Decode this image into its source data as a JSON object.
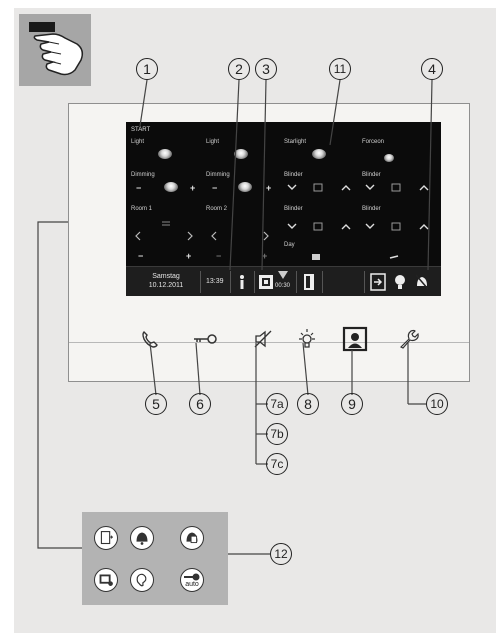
{
  "screen": {
    "title": "START",
    "cells": [
      {
        "label": "Light"
      },
      {
        "label": "Light"
      },
      {
        "label": "Starlight"
      },
      {
        "label": "Forceon"
      },
      {
        "label": "Dimming"
      },
      {
        "label": "Dimming"
      },
      {
        "label": "Blinder"
      },
      {
        "label": "Blinder"
      },
      {
        "label": "Room 1"
      },
      {
        "label": "Room 2"
      },
      {
        "label": "Blinder"
      },
      {
        "label": "Blinder"
      },
      {
        "label": "Day"
      }
    ],
    "minus": "−",
    "plus": "+",
    "status": {
      "day": "Samstag",
      "date": "10.12.2011",
      "time": "13:39",
      "timer": "00:30"
    }
  },
  "callouts": {
    "c1": "1",
    "c2": "2",
    "c3": "3",
    "c4": "4",
    "c5": "5",
    "c6": "6",
    "c7a": "7a",
    "c7b": "7b",
    "c7c": "7c",
    "c8": "8",
    "c9": "9",
    "c10": "10",
    "c11": "11",
    "c12": "12"
  },
  "icons": {
    "hand": "hand-pointing-icon",
    "device_buttons": [
      "phone-icon",
      "key-icon",
      "mute-icon",
      "light-bulb-icon",
      "surveillance-icon",
      "wrench-icon"
    ],
    "panel_icons": [
      "door-icon",
      "bell-icon",
      "bell-mute-icon",
      "screen-icon",
      "ear-icon",
      "key-auto-icon"
    ]
  },
  "panel": {
    "auto_label": "auto"
  }
}
